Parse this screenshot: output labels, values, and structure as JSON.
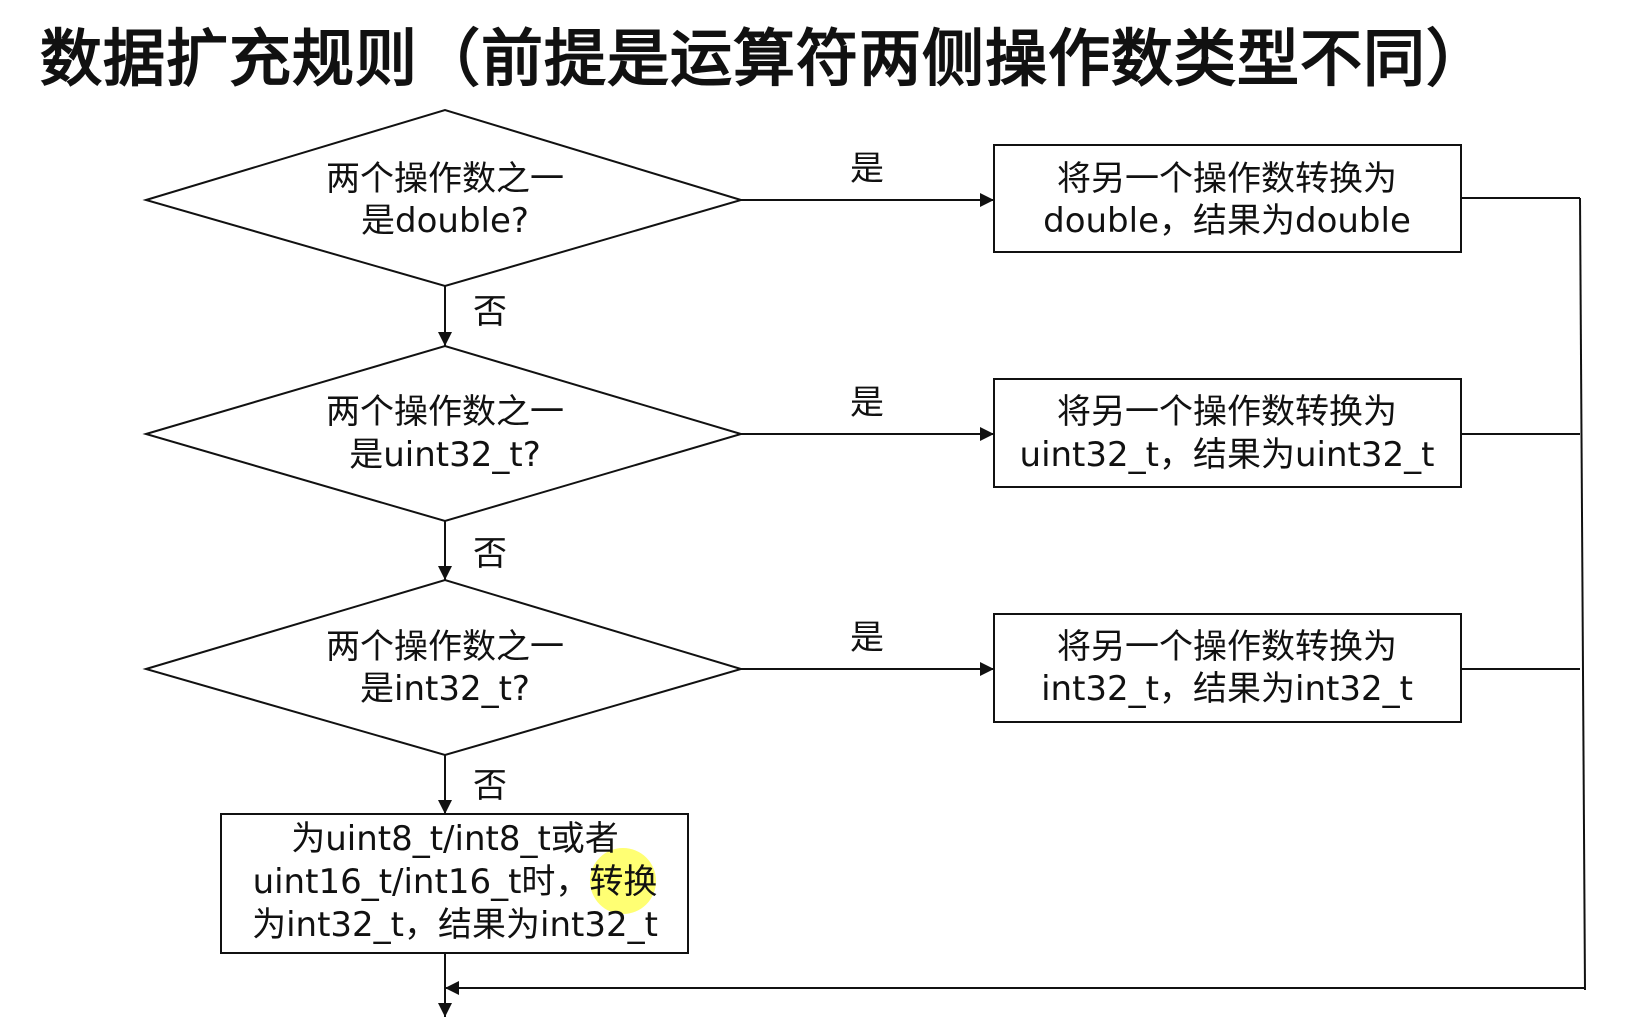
{
  "title": "数据扩充规则（前提是运算符两侧操作数类型不同）",
  "decisions": [
    {
      "line1": "两个操作数之一",
      "line2": "是double?"
    },
    {
      "line1": "两个操作数之一",
      "line2": "是uint32_t?"
    },
    {
      "line1": "两个操作数之一",
      "line2": "是int32_t?"
    }
  ],
  "results": [
    {
      "line1": "将另一个操作数转换为",
      "line2": "double，结果为double"
    },
    {
      "line1": "将另一个操作数转换为",
      "line2": "uint32_t，结果为uint32_t"
    },
    {
      "line1": "将另一个操作数转换为",
      "line2": "int32_t，结果为int32_t"
    }
  ],
  "final_box": {
    "line1": "为uint8_t/int8_t或者",
    "line2": "uint16_t/int16_t时，转换",
    "line3": "为int32_t，结果为int32_t"
  },
  "edge_labels": {
    "yes": "是",
    "no": "否"
  },
  "colors": {
    "stroke": "#111111",
    "highlight": "#ffff00"
  }
}
